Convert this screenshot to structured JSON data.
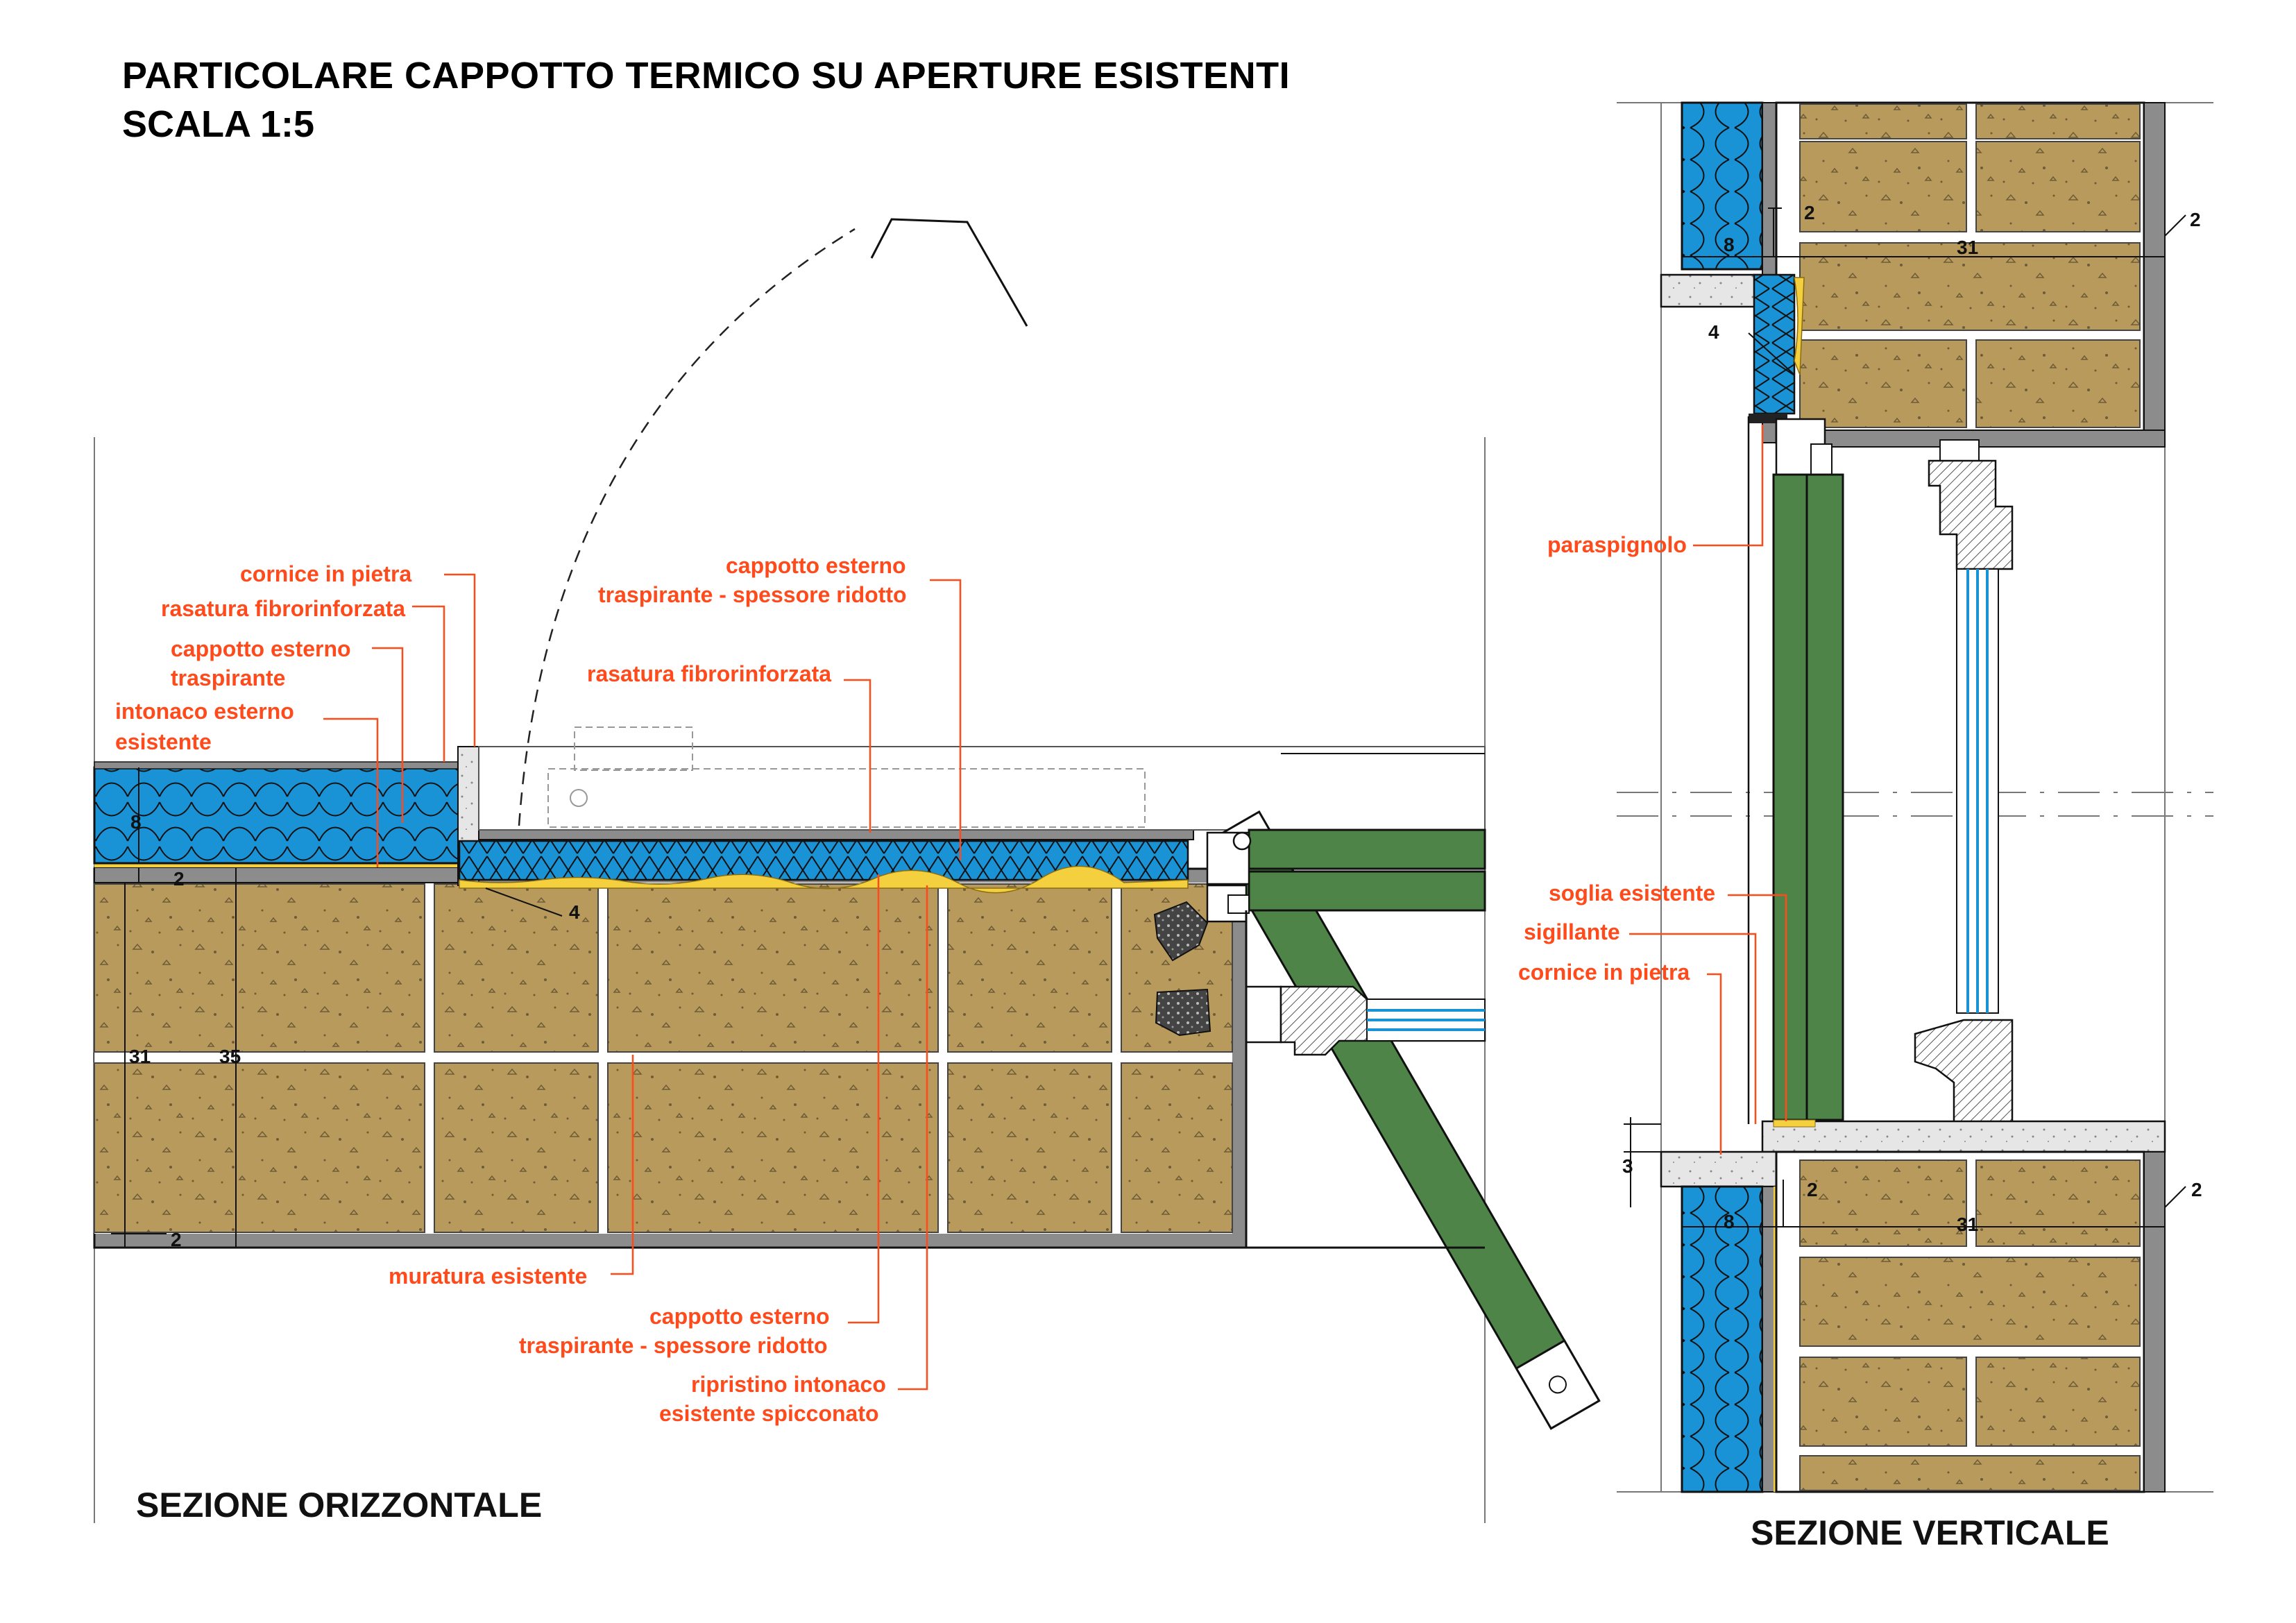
{
  "title": {
    "line1": "PARTICOLARE CAPPOTTO TERMICO SU APERTURE ESISTENTI",
    "line2": "SCALA 1:5"
  },
  "sections": {
    "horizontal": "SEZIONE ORIZZONTALE",
    "vertical": "SEZIONE VERTICALE"
  },
  "labels_h": {
    "cornice": "cornice in pietra",
    "rasatura": "rasatura fibrorinforzata",
    "cappotto_1": "cappotto esterno",
    "cappotto_2": "traspirante",
    "intonaco_1": "intonaco esterno",
    "intonaco_2": "esistente",
    "cappotto_rid_top_1": "cappotto esterno",
    "cappotto_rid_top_2": "traspirante  - spessore ridotto",
    "rasatura_2": "rasatura fibrorinforzata",
    "muratura": "muratura esistente",
    "cappotto_rid_bot_1": "cappotto esterno",
    "cappotto_rid_bot_2": "traspirante  - spessore ridotto",
    "ripristino_1": "ripristino intonaco",
    "ripristino_2": "esistente spicconato"
  },
  "labels_v": {
    "paraspignolo": "paraspignolo",
    "soglia": "soglia esistente",
    "sigillante": "sigillante",
    "cornice": "cornice in pietra"
  },
  "dims_h": {
    "ins": "8",
    "plaster_top": "2",
    "thin": "4",
    "wall": "31",
    "total": "35",
    "plaster_bot": "2"
  },
  "dims_v": {
    "ins_top": "8",
    "top_a": "2",
    "top_b": "2",
    "wall_top": "31",
    "thin": "4",
    "sill": "3",
    "bot_a": "2",
    "bot_b": "2",
    "ins_bot": "8",
    "wall_bot": "31"
  },
  "colors": {
    "brick": "#b89a5c",
    "insulation": "#1a92d6",
    "plaster": "#8c8c8c",
    "frame": "#4f8448",
    "label": "#ff4a1c",
    "glue": "#f4d03f"
  }
}
